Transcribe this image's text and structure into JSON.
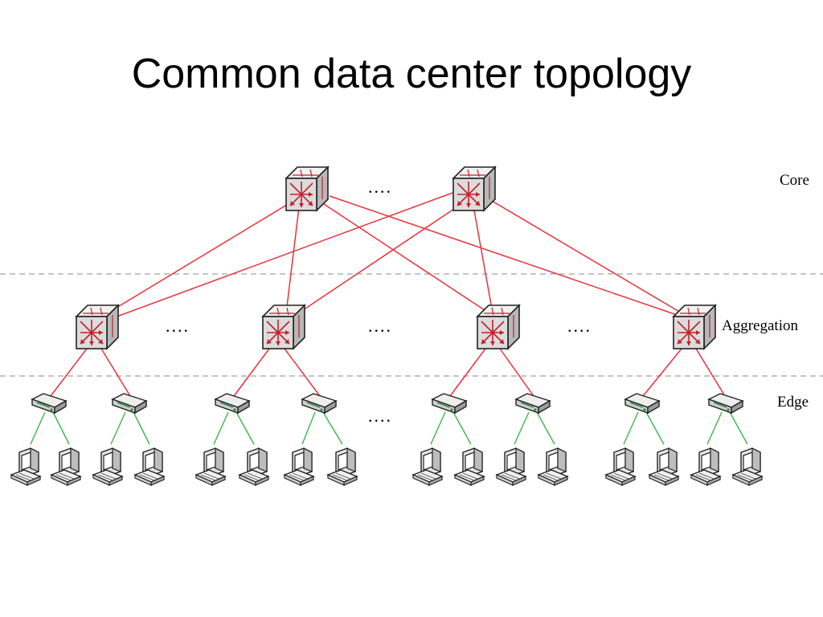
{
  "title": "Common data center topology",
  "tiers": {
    "core": "Core",
    "aggregation": "Aggregation",
    "edge": "Edge"
  },
  "ellipsis": "....",
  "colors": {
    "uplink": "#e8323c",
    "host_link": "#3cb44b",
    "divider": "#a0a0a0"
  },
  "icons": {
    "switch": "switch-icon",
    "edge_switch": "edge-switch-icon",
    "host": "computer-icon"
  }
}
